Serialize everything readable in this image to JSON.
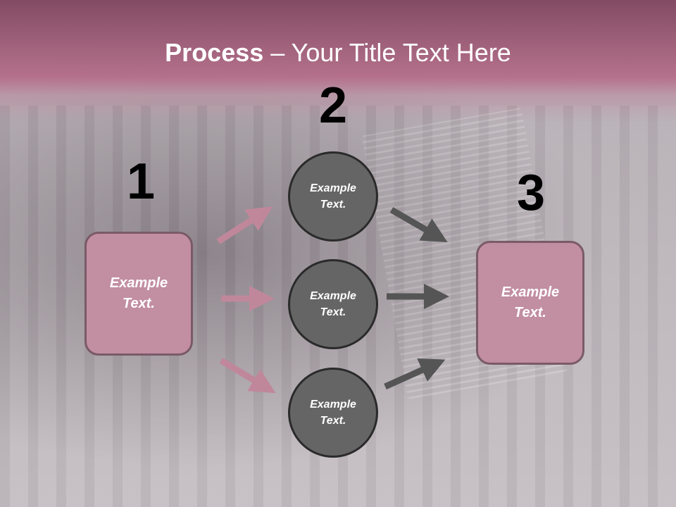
{
  "title": {
    "strong": "Process",
    "rest": " – Your Title Text Here"
  },
  "steps": {
    "one": "1",
    "two": "2",
    "three": "3"
  },
  "left_box": {
    "label": "Example\nText."
  },
  "right_box": {
    "label": "Example\nText."
  },
  "circles": [
    {
      "label": "Example\nText."
    },
    {
      "label": "Example\nText."
    },
    {
      "label": "Example\nText."
    }
  ],
  "colors": {
    "pink_box": "#c28ea1",
    "pink_arrow": "#c0879b",
    "circle_fill": "#656565",
    "dark_arrow": "#555555"
  }
}
